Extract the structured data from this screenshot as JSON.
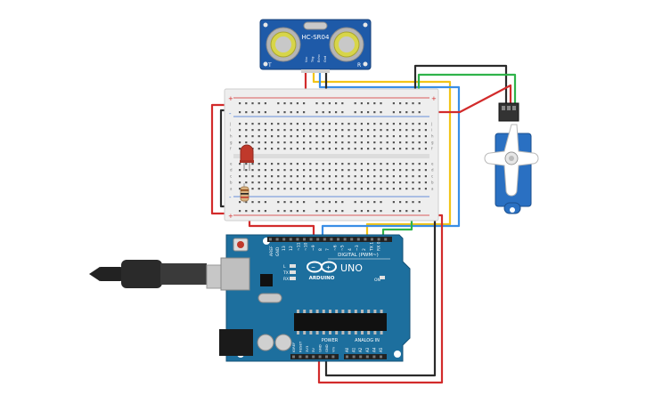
{
  "sensor": {
    "model": "HC-SR04",
    "pins": [
      "Vcc",
      "Trig",
      "Echo",
      "Gnd"
    ],
    "left_mark": "T",
    "right_mark": "R"
  },
  "breadboard": {
    "row_letters_top": [
      "j",
      "i",
      "h",
      "g",
      "f"
    ],
    "row_letters_bottom": [
      "e",
      "d",
      "c",
      "b",
      "a"
    ],
    "rail_plus": "+",
    "rail_minus": "-"
  },
  "arduino": {
    "brand": "ARDUINO",
    "model": "UNO",
    "digital_label": "DIGITAL (PWM~)",
    "power_label": "POWER",
    "analog_label": "ANALOG IN",
    "aref": "AREF",
    "gnd": "GND",
    "digital_pins": [
      "13",
      "12",
      "~11",
      "~10",
      "~9",
      "8",
      "7",
      "~6",
      "~5",
      "4",
      "~3",
      "2",
      "TX 1",
      "RX 0"
    ],
    "power_pins": [
      "IOREF",
      "RESET",
      "3V3",
      "5V",
      "GND",
      "GND",
      "Vin"
    ],
    "analog_pins": [
      "A0",
      "A1",
      "A2",
      "A3",
      "A4",
      "A5"
    ],
    "led_labels": [
      "L",
      "TX",
      "RX"
    ],
    "on_label": "ON"
  },
  "colors": {
    "wire_red": "#d22b2b",
    "wire_black": "#2b2b2b",
    "wire_green": "#2fb34a",
    "wire_yellow": "#f2c418",
    "wire_blue": "#3a8ee6",
    "board_blue": "#1d6f9e",
    "sensor_blue": "#1e5aa8",
    "servo_blue": "#2a70c2"
  }
}
